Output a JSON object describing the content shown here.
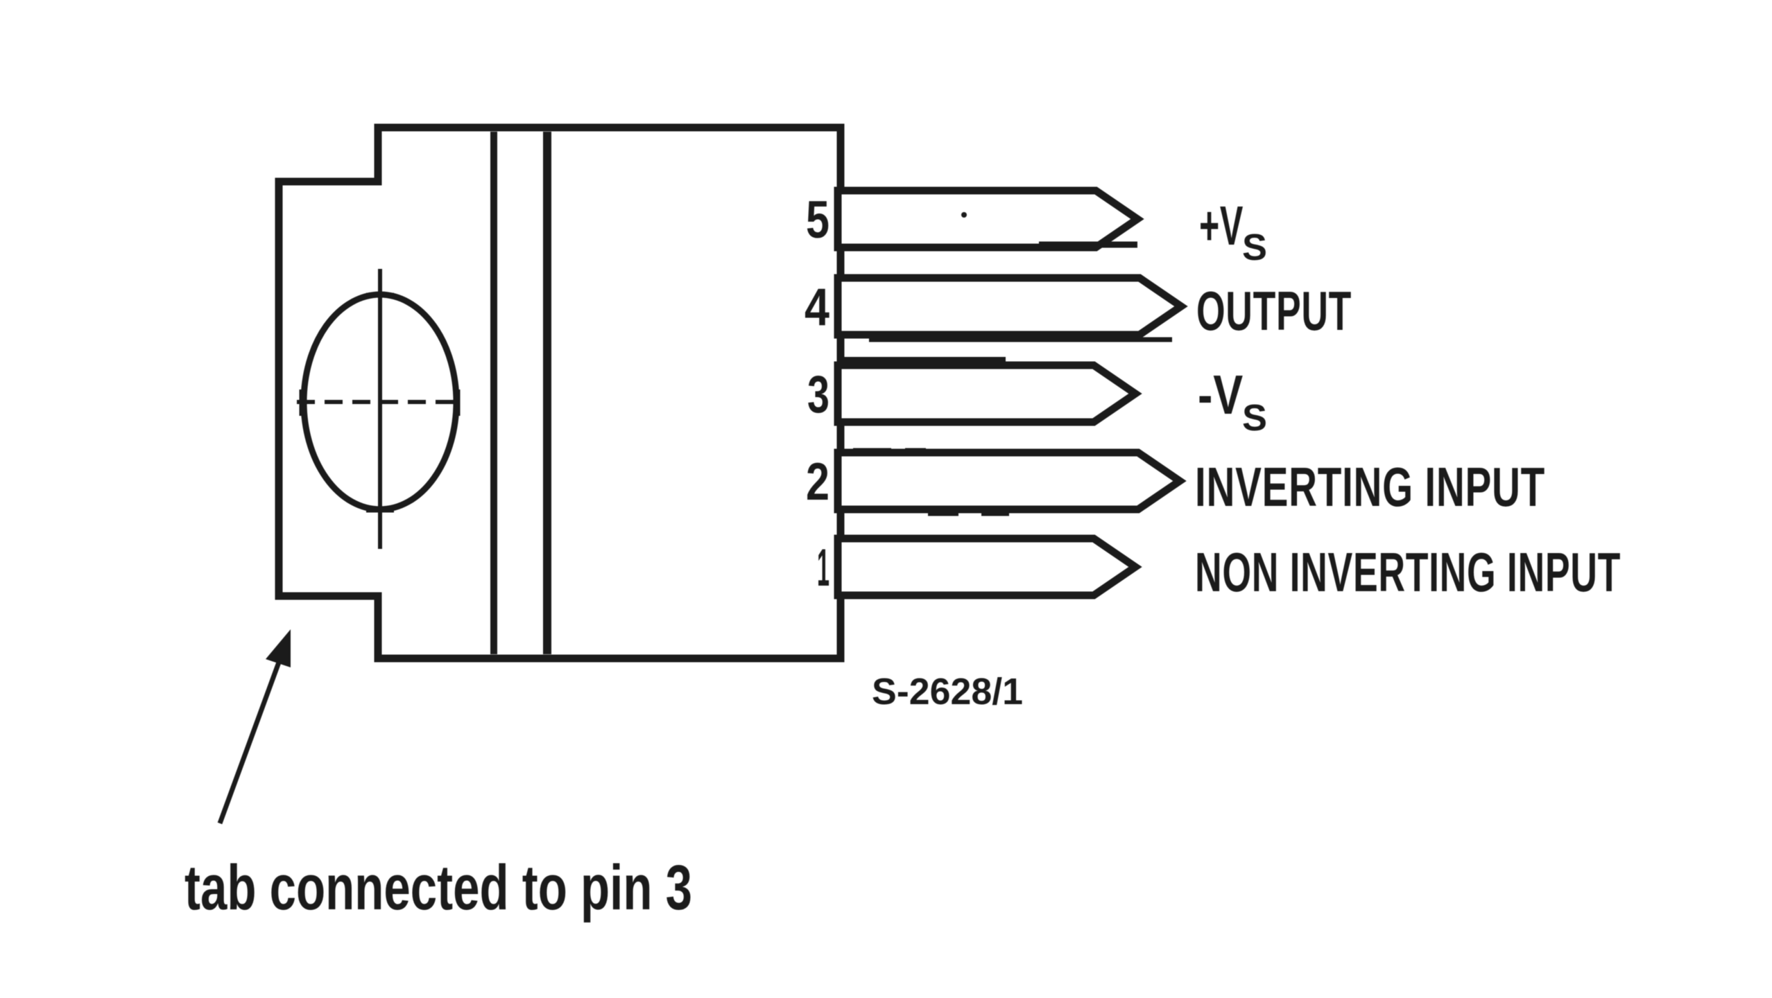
{
  "diagram": {
    "pins": [
      {
        "number": "5",
        "label": "+V",
        "label_sub": "S"
      },
      {
        "number": "4",
        "label": "OUTPUT"
      },
      {
        "number": "3",
        "label": "-V",
        "label_sub": "S"
      },
      {
        "number": "2",
        "label": "INVERTING INPUT"
      },
      {
        "number": "1",
        "label": "NON INVERTING INPUT"
      }
    ],
    "figure_code": "S-2628/1",
    "annotation": "tab connected to pin 3",
    "colors": {
      "ink": "#1b1b1b",
      "paper": "#ffffff"
    }
  }
}
